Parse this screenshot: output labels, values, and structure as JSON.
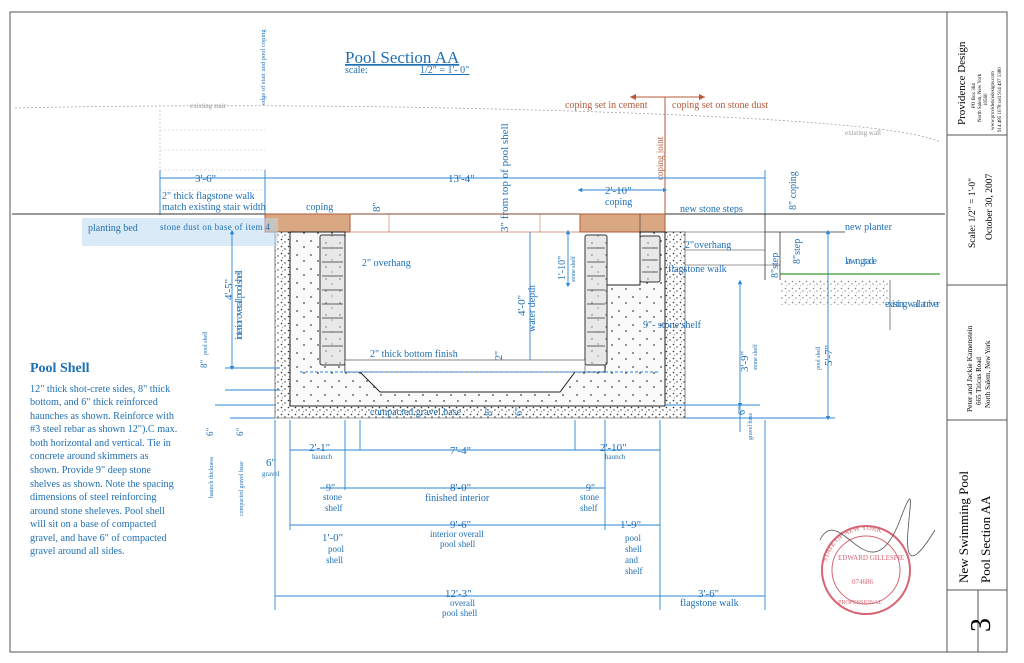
{
  "title": "Pool Section AA",
  "scale": {
    "label": "scale:",
    "value": "1/2\" = 1'- 0\""
  },
  "existing_labels": {
    "existing_stair": "existing stair",
    "existing_wall_top": "existing wall"
  },
  "top_labels": {
    "edge_stair": "edge of stair and pool coping",
    "coping_cement": "coping set in cement",
    "coping_stone_dust": "coping set on stone dust",
    "coping_joint": "coping joint"
  },
  "dims_top": {
    "d3_6": "3'-6\"",
    "d13_4": "13'-4\"",
    "d2_10": "2'-10\"",
    "d8": "8\"",
    "d3_from_top": "3\" from top of pool shell",
    "d8_coping": "8\" coping"
  },
  "labels": {
    "flagstone_walk_2": "2\" thick flagstone walk",
    "match_stair": "match existing stair width",
    "coping_left": "coping",
    "coping_right": "coping",
    "new_stone_steps": "new stone steps",
    "planting_bed": "planting bed",
    "stone_dust": "stone dust on base of item 4",
    "overhang_left": "2\" overhang",
    "overhang_right": "2\"overhang",
    "flagstone_walk_r": "flagstone walk",
    "new_planter": "new planter",
    "lawn_grade": "lawn grade",
    "existing_wall_river": "existing wall at river",
    "step_8a": "8\"step",
    "step_8b": "8\"step",
    "stone_shelf_right": "9\"- stone shelf",
    "bottom_finish": "2\" thick bottom finish",
    "compacted_gravel": "compacted gravel base",
    "interior_overall": "interior overall pool shell",
    "water_depth": "water depth",
    "stone_shelf_vert": "stone shelf",
    "pool_shell_vert": "pool shell",
    "stone_shelf_vert2": "stone shelf",
    "pool_shell_vert2": "pool shell",
    "haunch_thickness": "haunch thickness",
    "compacted_gravel_base_vert": "compacted gravel base",
    "gravel_base_vert": "gravel base"
  },
  "dims_mid": {
    "d4_5": "4'-5\"",
    "d4_0": "4'-0\"",
    "d1_10": "1'-10\"",
    "d2_bottom": "2\"",
    "d8_bottom": "8\"",
    "d6_bottom": "6\"",
    "d8_shell": "8\"",
    "d6_haunch": "6\"",
    "d6_gravel": "6\"",
    "d3_9": "3'-9\"",
    "d5_7": "5'-7\"",
    "d6_right": "6\""
  },
  "dims_bottom": {
    "d6_gravel": "6\"",
    "gravel_word": "gravel",
    "d2_1": "2'-1\"",
    "haunch_left": "haunch",
    "d7_4": "7'-4\"",
    "d2_10b": "2'-10\"",
    "haunch_right": "haunch",
    "d9_left": "9\"",
    "stone_shelf_l1": "stone",
    "stone_shelf_l2": "shelf",
    "d8_0": "8'-0\"",
    "finished_interior": "finished interior",
    "d9_right": "9\"",
    "stone_shelf_r1": "stone",
    "stone_shelf_r2": "shelf",
    "d1_0": "1'-0\"",
    "pool_l": "pool",
    "shell_l": "shell",
    "d9_6": "9'-6\"",
    "interior_overall_1": "interior overall",
    "interior_overall_2": "pool shell",
    "d1_9": "1'-9\"",
    "pool_shell_shelf": [
      "pool",
      "shell",
      "and",
      "shelf"
    ],
    "d12_3": "12'-3\"",
    "overall_1": "overall",
    "overall_2": "pool shell",
    "d3_6b": "3'-6\"",
    "flagstone_walk_b": "flagstone walk"
  },
  "notes": {
    "heading": "Pool Shell",
    "body": "12\" thick shot-crete sides, 8\" thick bottom, and 6\" thick reinforced haunches as shown. Reinforce with #3 steel rebar as shown 12\").C max. both horizontal and vertical. Tie in concrete around skimmers as shown. Provide 9\" deep stone shelves as shown. Note the spacing  dimensions of steel reinforcing around stone sheleves.  Pool shell will sit on a base of compacted gravel, and have 6\" of compacted gravel around all sides."
  },
  "title_block": {
    "firm": "Providence Design",
    "firm_addr": [
      "PO Box 364",
      "North Salem, New York",
      "10560"
    ],
    "firm_web": "www.providencedesigns.com",
    "firm_phone": "914 485 1078  cell 914 497 1380",
    "scale": "Scale: 1/2\" = 1'-0\"",
    "date": "October 30, 2007",
    "client": "Peter and Jackie Kamenstein",
    "client_addr1": "665 Titicus Road",
    "client_addr2": "North Salem, New York",
    "project": "New Swimming Pool",
    "sheet_title": "Pool Section AA",
    "sheet_no": "3"
  },
  "colors": {
    "dimension_blue": "#2a86d6",
    "text_blue": "#1f6fb5",
    "coping_brown": "#b45a3a",
    "coping_fill": "#d9a882",
    "lawn_green": "#3a9a2a",
    "stamp_red": "#d04a5a"
  },
  "stamp": {
    "ring_text": "STATE OF NEW YORK",
    "name": "EDWARD GILLESPIE",
    "number": "074686",
    "bottom": "PROFESSIONAL"
  }
}
